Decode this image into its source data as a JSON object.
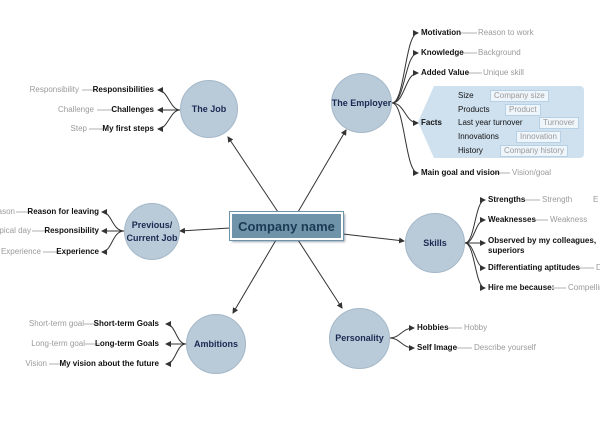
{
  "center": "Company name",
  "hubs": {
    "the_job": "The Job",
    "the_employer": "The Employer",
    "previous_job": "Previous/\nCurrent Job",
    "skills": "Skills",
    "ambitions": "Ambitions",
    "personality": "Personality"
  },
  "the_job": {
    "items": [
      {
        "label": "Responsibilities",
        "note": "Responsibility"
      },
      {
        "label": "Challenges",
        "note": "Challenge"
      },
      {
        "label": "My first steps",
        "note": "Step"
      }
    ]
  },
  "the_employer": {
    "motivation": {
      "label": "Motivation",
      "note": "Reason to work"
    },
    "knowledge": {
      "label": "Knowledge",
      "note": "Background"
    },
    "added_value": {
      "label": "Added Value",
      "note": "Unique skill"
    },
    "facts": {
      "label": "Facts",
      "items": [
        {
          "label": "Size",
          "note": "Company size"
        },
        {
          "label": "Products",
          "note": "Product"
        },
        {
          "label": "Last year turnover",
          "note": "Turnover"
        },
        {
          "label": "Innovations",
          "note": "Innovation"
        },
        {
          "label": "History",
          "note": "Company history"
        }
      ]
    },
    "main_goal": {
      "label": "Main goal and vision",
      "note": "Vision/goal"
    }
  },
  "previous_job": {
    "items": [
      {
        "label": "Reason for leaving",
        "note": "Reason"
      },
      {
        "label": "Responsibility",
        "note": "Typical day"
      },
      {
        "label": "Experience",
        "note": "Experience"
      }
    ]
  },
  "skills": {
    "items": [
      {
        "label": "Strengths",
        "note": "Strength"
      },
      {
        "label": "Weaknesses",
        "note": "Weakness"
      },
      {
        "label": "Observed by my colleagues,\nsuperiors",
        "note": ""
      },
      {
        "label": "Differentiating aptitudes",
        "note": "D"
      },
      {
        "label": "Hire me because:",
        "note": "Compelling"
      }
    ],
    "strength_extra": "E"
  },
  "ambitions": {
    "items": [
      {
        "label": "Short-term Goals",
        "note": "Short-term goal"
      },
      {
        "label": "Long-term Goals",
        "note": "Long-term goal"
      },
      {
        "label": "My vision about the future",
        "note": "Vision"
      }
    ]
  },
  "personality": {
    "items": [
      {
        "label": "Hobbies",
        "note": "Hobby"
      },
      {
        "label": "Self Image",
        "note": "Describe yourself"
      }
    ]
  },
  "colors": {
    "hub_fill": "#b9cad9",
    "center_fill": "#6f93a8",
    "facts_fill": "#cfe1ef",
    "line": "#333333",
    "note_line": "#b0b0b0"
  }
}
